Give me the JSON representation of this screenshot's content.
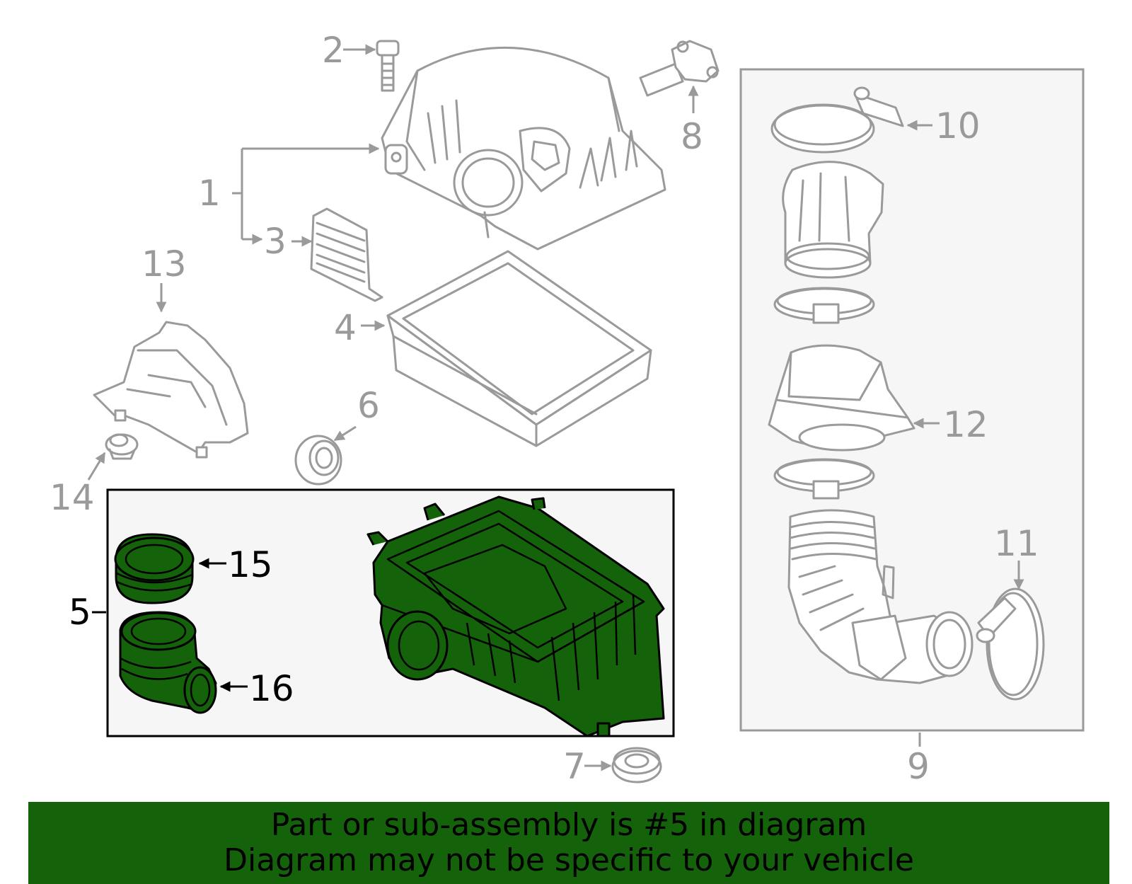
{
  "callouts": {
    "c1": "1",
    "c2": "2",
    "c3": "3",
    "c4": "4",
    "c5": "5",
    "c6": "6",
    "c7": "7",
    "c8": "8",
    "c9": "9",
    "c10": "10",
    "c11": "11",
    "c12": "12",
    "c13": "13",
    "c14": "14",
    "c15": "15",
    "c16": "16"
  },
  "banner": {
    "line1": "Part or sub-assembly is #5 in diagram",
    "line2": "Diagram may not be specific to your vehicle"
  },
  "colors": {
    "highlight": "#14620a",
    "line": "#9a9a9a",
    "group_box_fill": "#f6f6f6"
  }
}
